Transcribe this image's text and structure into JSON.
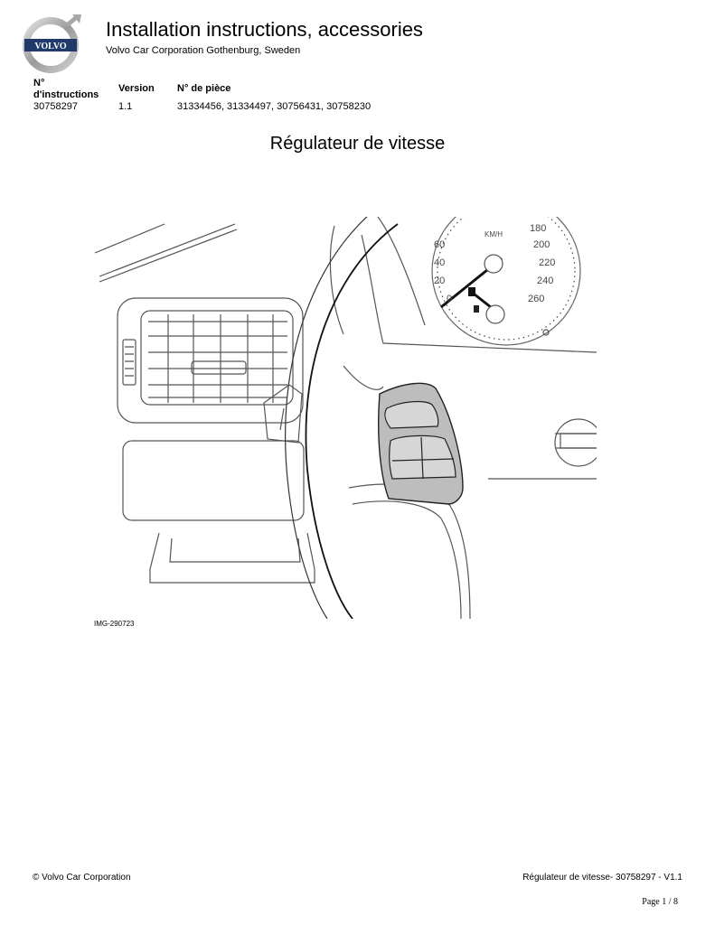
{
  "header": {
    "logo_text": "VOLVO",
    "title": "Installation instructions, accessories",
    "subtitle": "Volvo Car Corporation Gothenburg, Sweden"
  },
  "meta": {
    "instructions_label_line1": "N°",
    "instructions_label_line2": "d'instructions",
    "instructions_value": "30758297",
    "version_label": "Version",
    "version_value": "1.1",
    "part_label": "N° de pièce",
    "part_value": "31334456, 31334497, 30756431, 30758230"
  },
  "document": {
    "heading": "Régulateur de vitesse"
  },
  "figure": {
    "image_id": "IMG-290723",
    "speedometer_unit": "KM/H",
    "speed_left": [
      "60",
      "40",
      "20",
      "0"
    ],
    "speed_right": [
      "180",
      "200",
      "220",
      "240",
      "260"
    ]
  },
  "footer": {
    "copyright": "© Volvo Car Corporation",
    "doc_ref": "Régulateur de vitesse- 30758297 - V1.1",
    "page": "Page 1 / 8"
  }
}
